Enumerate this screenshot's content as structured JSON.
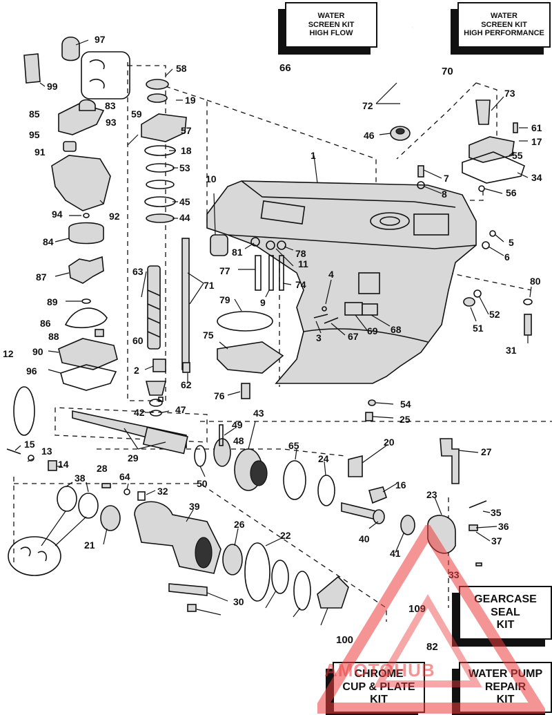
{
  "kits": {
    "k66": {
      "lines": [
        "WATER",
        "SCREEN KIT",
        "HIGH FLOW"
      ],
      "num": "66"
    },
    "k70": {
      "lines": [
        "WATER",
        "SCREEN KIT",
        "HIGH PERFORMANCE"
      ],
      "num": "70"
    },
    "k109": {
      "lines": [
        "GEARCASE",
        "SEAL",
        "KIT"
      ],
      "num": "109"
    },
    "k100": {
      "lines": [
        "CHROME",
        "CUP & PLATE",
        "KIT"
      ],
      "num": "100"
    },
    "k82": {
      "lines": [
        "WATER PUMP",
        "REPAIR",
        "KIT"
      ],
      "num": "82"
    }
  },
  "callouts": [
    "97",
    "99",
    "58",
    "19",
    "85",
    "83",
    "59",
    "57",
    "93",
    "95",
    "18",
    "91",
    "53",
    "45",
    "94",
    "92",
    "44",
    "84",
    "87",
    "89",
    "86",
    "88",
    "90",
    "96",
    "12",
    "63",
    "71",
    "60",
    "2",
    "62",
    "15",
    "13",
    "14",
    "28",
    "38",
    "64",
    "32",
    "42",
    "47",
    "29",
    "49",
    "48",
    "43",
    "50",
    "10",
    "81",
    "78",
    "77",
    "11",
    "79",
    "74",
    "9",
    "4",
    "3",
    "67",
    "69",
    "68",
    "75",
    "76",
    "1",
    "72",
    "46",
    "73",
    "61",
    "17",
    "55",
    "7",
    "8",
    "34",
    "56",
    "5",
    "6",
    "52",
    "51",
    "80",
    "31",
    "54",
    "25",
    "65",
    "24",
    "20",
    "27",
    "16",
    "23",
    "35",
    "36",
    "37",
    "39",
    "26",
    "21",
    "22",
    "40",
    "41",
    "33",
    "30"
  ],
  "watermark": {
    "text": "AMOTOHUB",
    "color": "#e83a3a"
  }
}
